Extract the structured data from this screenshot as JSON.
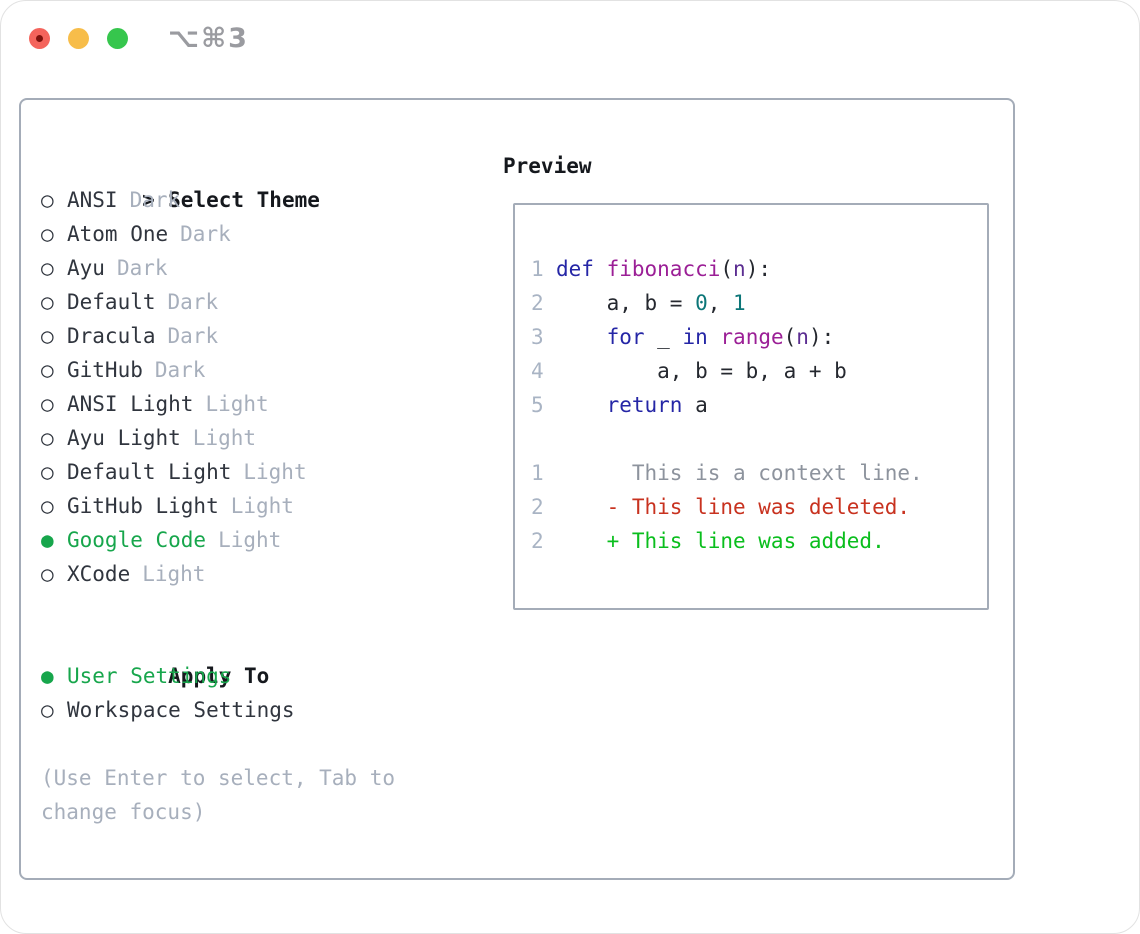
{
  "window": {
    "shortcut": "⌥⌘3"
  },
  "glyphs": {
    "cursor": ">",
    "radio_on": "●",
    "radio_off": "○"
  },
  "theme_panel": {
    "header": "Select Theme",
    "themes": [
      {
        "name": "ANSI",
        "variant": "Dark",
        "selected": false
      },
      {
        "name": "Atom One",
        "variant": "Dark",
        "selected": false
      },
      {
        "name": "Ayu",
        "variant": "Dark",
        "selected": false
      },
      {
        "name": "Default",
        "variant": "Dark",
        "selected": false
      },
      {
        "name": "Dracula",
        "variant": "Dark",
        "selected": false
      },
      {
        "name": "GitHub",
        "variant": "Dark",
        "selected": false
      },
      {
        "name": "ANSI Light",
        "variant": "Light",
        "selected": false
      },
      {
        "name": "Ayu Light",
        "variant": "Light",
        "selected": false
      },
      {
        "name": "Default Light",
        "variant": "Light",
        "selected": false
      },
      {
        "name": "GitHub Light",
        "variant": "Light",
        "selected": false
      },
      {
        "name": "Google Code",
        "variant": "Light",
        "selected": true
      },
      {
        "name": "XCode",
        "variant": "Light",
        "selected": false
      }
    ],
    "apply_to": {
      "header": "Apply To",
      "options": [
        {
          "name": "User Settings",
          "selected": true
        },
        {
          "name": "Workspace Settings",
          "selected": false
        }
      ]
    },
    "help_lines": [
      "(Use Enter to select, Tab to",
      "change focus)"
    ]
  },
  "preview": {
    "header": "Preview",
    "code_lines": [
      {
        "num": "1",
        "tokens": [
          {
            "t": "def",
            "c": "kw"
          },
          {
            "t": " "
          },
          {
            "t": "fibonacci",
            "c": "fn"
          },
          {
            "t": "("
          },
          {
            "t": "n",
            "c": "param"
          },
          {
            "t": "):"
          }
        ]
      },
      {
        "num": "2",
        "tokens": [
          {
            "t": "    a, b = "
          },
          {
            "t": "0",
            "c": "lit"
          },
          {
            "t": ", "
          },
          {
            "t": "1",
            "c": "lit"
          }
        ]
      },
      {
        "num": "3",
        "tokens": [
          {
            "t": "    "
          },
          {
            "t": "for",
            "c": "kw"
          },
          {
            "t": " _ "
          },
          {
            "t": "in",
            "c": "kw"
          },
          {
            "t": " "
          },
          {
            "t": "range",
            "c": "fn"
          },
          {
            "t": "("
          },
          {
            "t": "n",
            "c": "param"
          },
          {
            "t": "):"
          }
        ]
      },
      {
        "num": "4",
        "tokens": [
          {
            "t": "        a, b = b, a + b"
          }
        ]
      },
      {
        "num": "5",
        "tokens": [
          {
            "t": "    "
          },
          {
            "t": "return",
            "c": "kw"
          },
          {
            "t": " a"
          }
        ]
      }
    ],
    "diff_lines": [
      {
        "num": "1",
        "type": "ctx",
        "text": "      This is a context line."
      },
      {
        "num": "2",
        "type": "del",
        "text": "    - This line was deleted."
      },
      {
        "num": "2",
        "type": "add",
        "text": "    + This line was added."
      }
    ]
  },
  "colors": {
    "text": "#30353e",
    "heading": "#15181d",
    "muted": "#a7afbc",
    "line_number": "#a9b4c4",
    "border": "#a4acb8",
    "selected_green": "#17a64c",
    "added_green": "#0abe1d",
    "deleted_red": "#c8321f",
    "keyword_blue": "#2526a6",
    "function_magenta": "#9b1f96",
    "param_purple": "#5b2d91",
    "literal_teal": "#0c7678",
    "context_gray": "#8d939d",
    "code_text": "#25282f",
    "traffic_red": "#f4645c",
    "traffic_red_dot": "#7e120d",
    "traffic_yellow": "#f7bd4a",
    "traffic_green": "#36c64d",
    "shortcut_gray": "#9a9ba0"
  }
}
